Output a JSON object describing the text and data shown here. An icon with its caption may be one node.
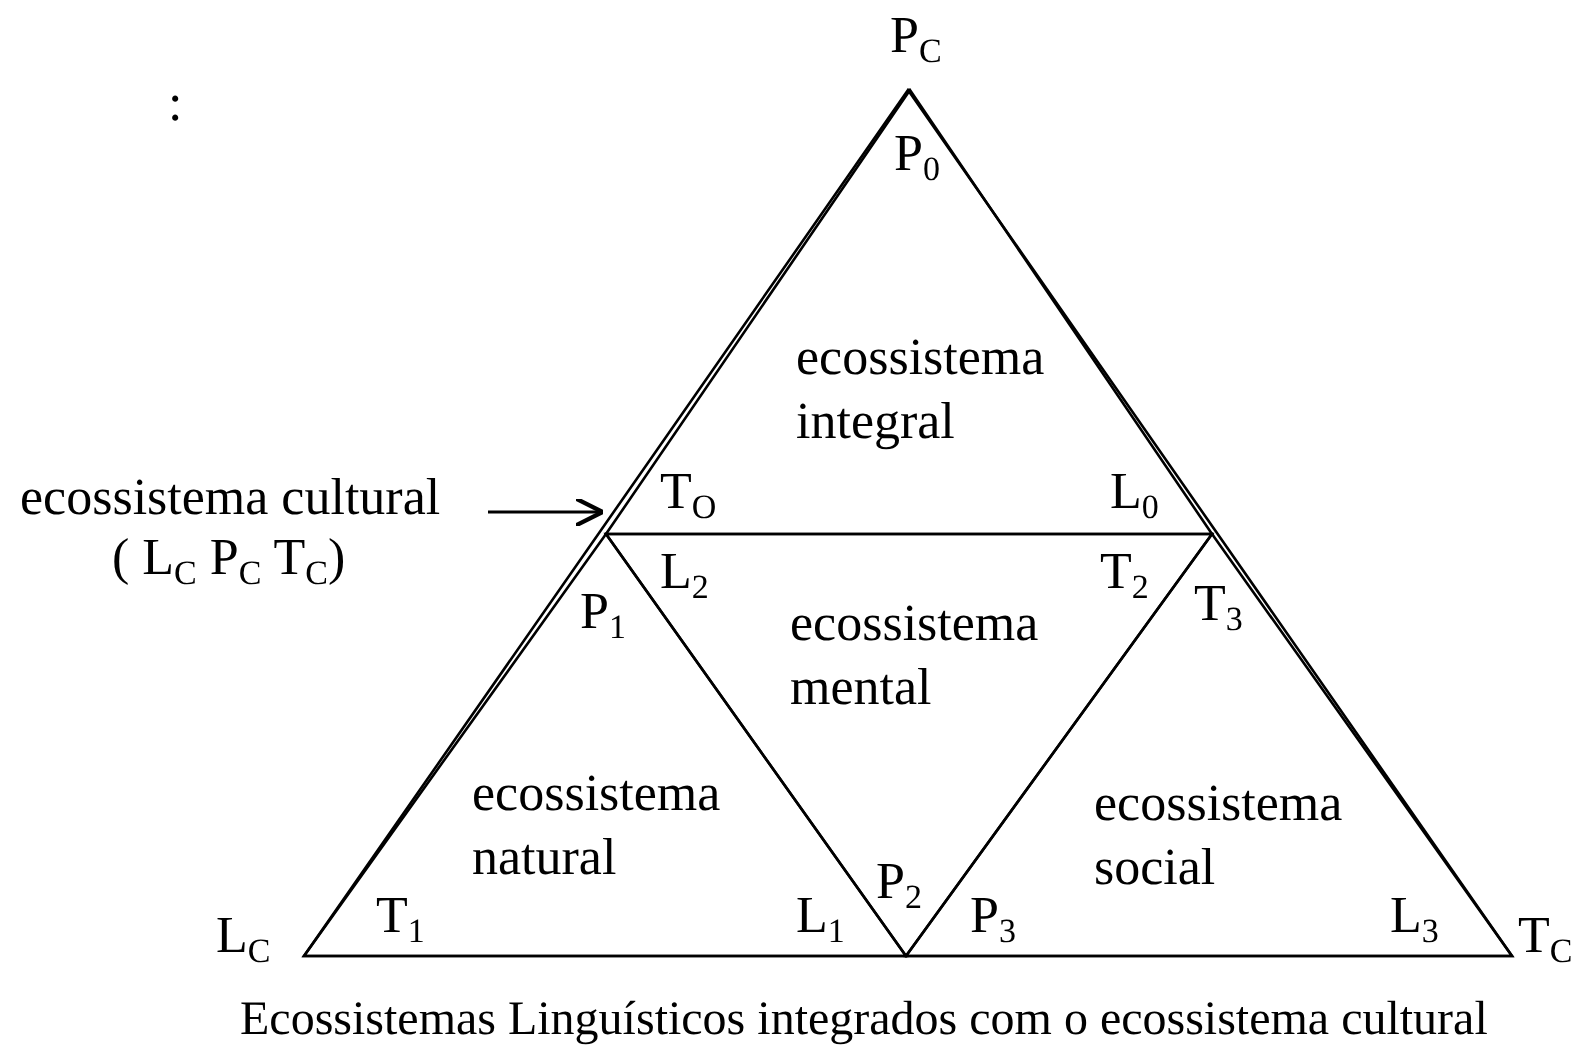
{
  "diagram": {
    "caption": "Ecossistemas Linguísticos integrados com o ecossistema cultural",
    "nodes": [
      {
        "text": [
          "ecossistema cultural",
          "( L$_{C}$  P$_{C}$  T$_{C}$)"
        ]
      },
      {
        "text": [],
        "shape": "triangle",
        "beside": [
          "P$_{C}$",
          "L$_{C}$",
          "T$_{C}$"
        ]
      },
      {
        "text": [
          "P$_{0}$",
          "ecossistema integral",
          "T$_{O}$",
          "L$_{0}$"
        ],
        "in": 1
      },
      {
        "text": [
          "L$_{2}$",
          "T$_{2}$",
          "ecossistema mental",
          "P$_{2}$"
        ],
        "in": 1
      },
      {
        "text": [
          "P$_{1}$",
          "ecossistema natural",
          "T$_{1}$",
          "L$_{1}$"
        ],
        "in": 1
      },
      {
        "text": [
          "T$_{3}$",
          "ecossistema social",
          "P$_{3}$",
          "L$_{3}$"
        ],
        "in": 1
      }
    ],
    "edges": [
      {
        "from": 0,
        "to": 1,
        "arrow": "to"
      }
    ],
    "labels": [
      ":"
    ]
  }
}
